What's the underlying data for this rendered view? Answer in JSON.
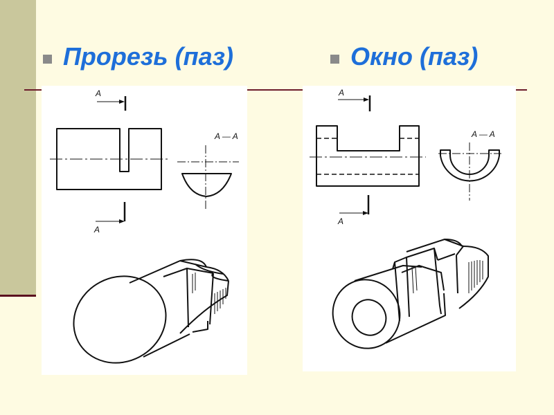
{
  "slide": {
    "bullet_color": "#8a8a8a",
    "title_color": "#1e6fd9"
  },
  "left": {
    "title": "Прорезь (паз)",
    "section_mark_top": "A",
    "section_mark_bottom": "A",
    "section_label": "A — A"
  },
  "right": {
    "title": "Окно (паз)",
    "section_mark_top": "A",
    "section_mark_bottom": "A",
    "section_label": "A — A"
  }
}
